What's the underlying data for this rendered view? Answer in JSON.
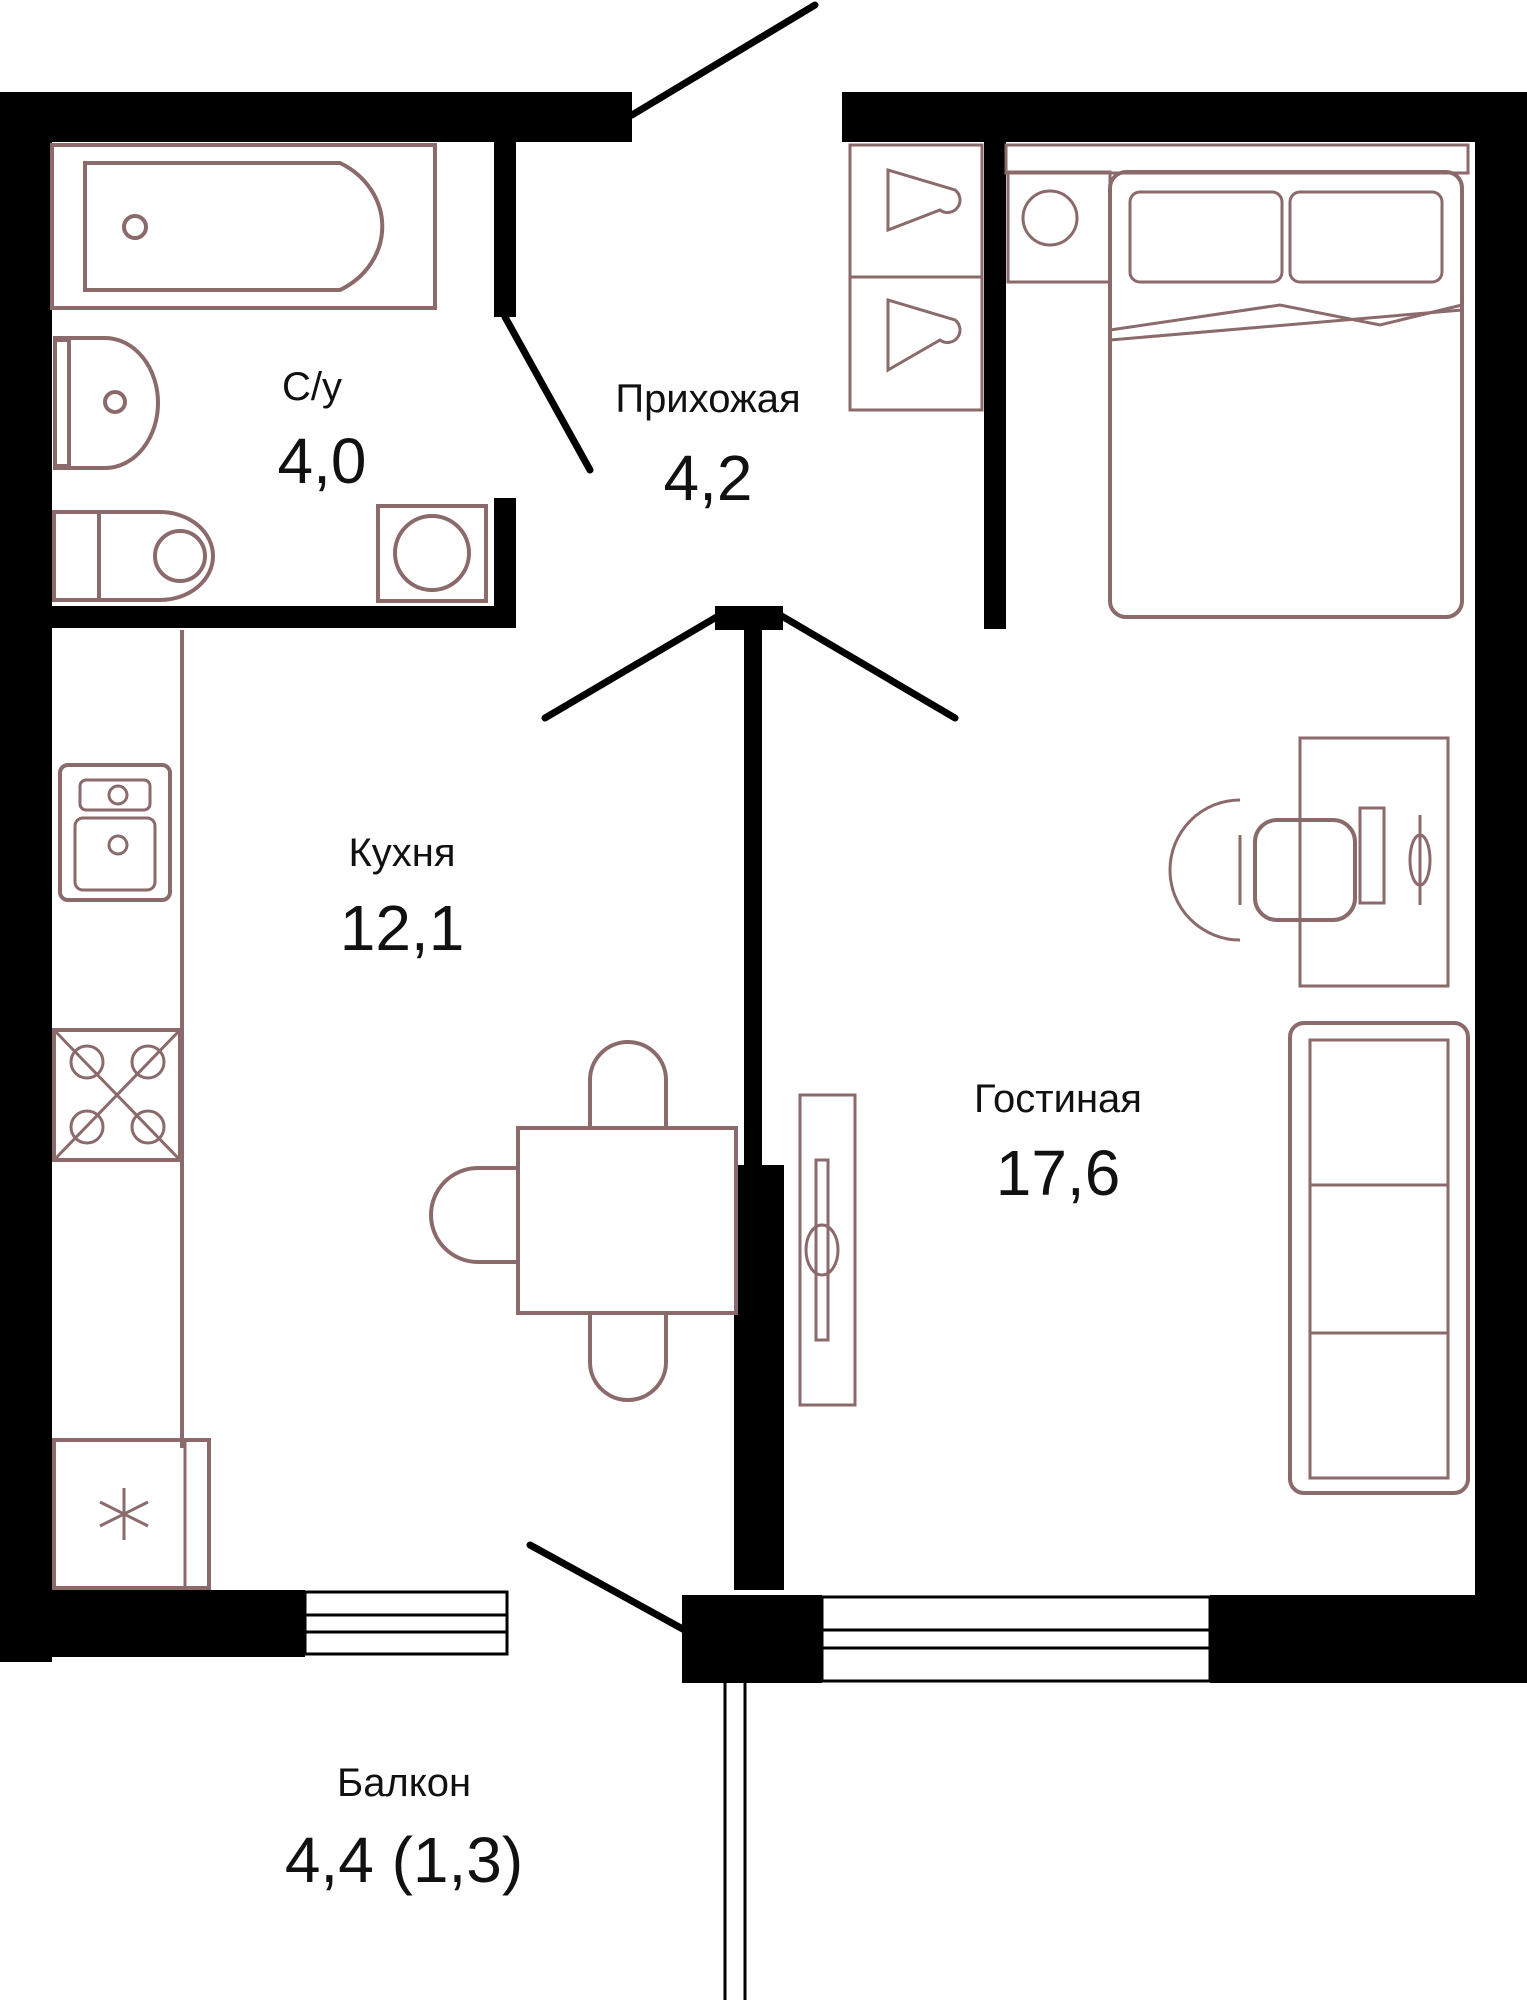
{
  "rooms": {
    "bathroom": {
      "name": "С/у",
      "area": "4,0"
    },
    "hallway": {
      "name": "Прихожая",
      "area": "4,2"
    },
    "kitchen": {
      "name": "Кухня",
      "area": "12,1"
    },
    "livingroom": {
      "name": "Гостиная",
      "area": "17,6"
    },
    "balcony": {
      "name": "Балкон",
      "area": "4,4 (1,3)"
    }
  },
  "colors": {
    "wall": "#000000",
    "furniture": "#8a6a6a",
    "text": "#111111",
    "background": "#ffffff"
  },
  "icons": [
    "bathtub-icon",
    "sink-icon",
    "toilet-icon",
    "washing-machine-icon",
    "wardrobe-icon",
    "bed-icon",
    "desk-icon",
    "chair-icon",
    "tv-icon",
    "sofa-icon",
    "hob-icon",
    "kitchen-sink-icon",
    "dining-table-icon",
    "fridge-icon"
  ]
}
